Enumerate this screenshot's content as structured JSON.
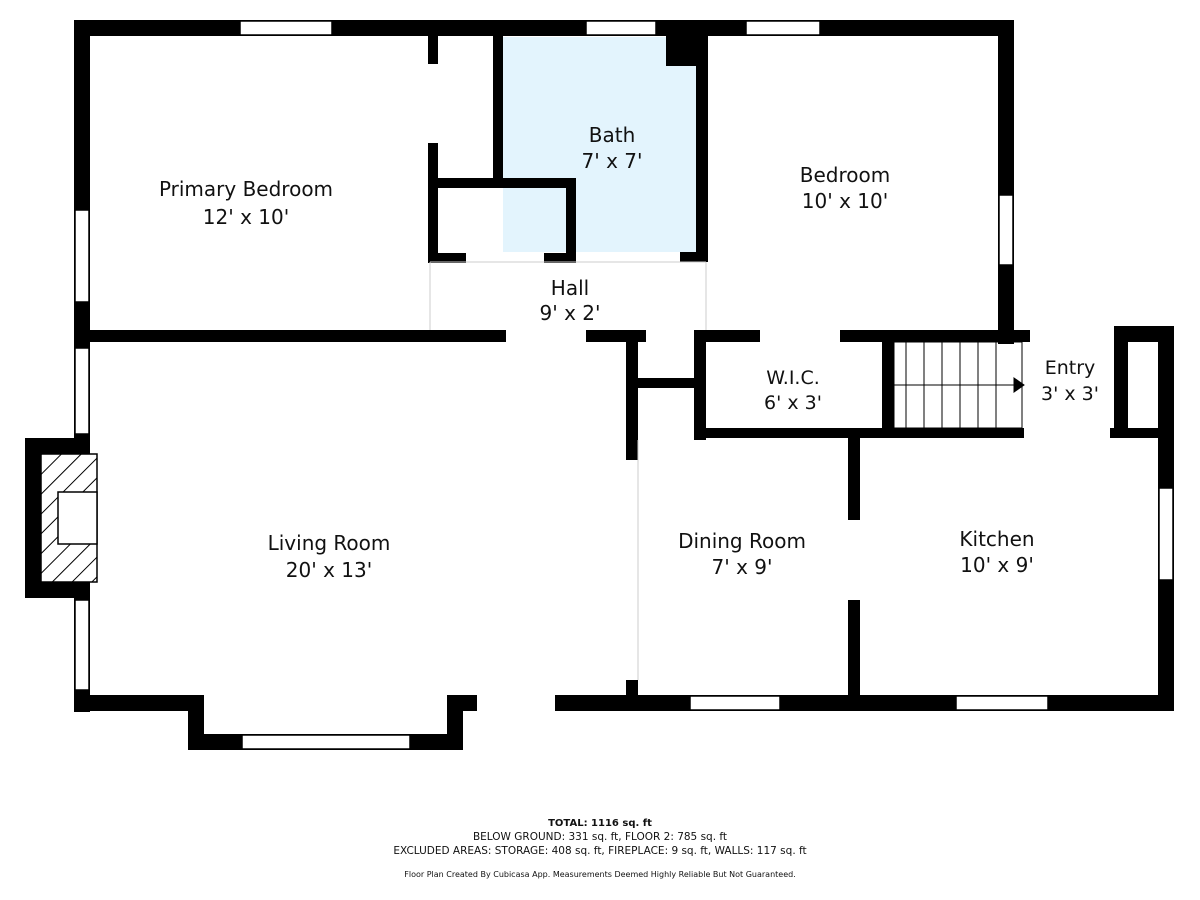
{
  "rooms": {
    "primary_bedroom": {
      "name": "Primary Bedroom",
      "dims": "12' x 10'"
    },
    "bath": {
      "name": "Bath",
      "dims": "7' x 7'"
    },
    "bedroom": {
      "name": "Bedroom",
      "dims": "10' x 10'"
    },
    "hall": {
      "name": "Hall",
      "dims": "9' x 2'"
    },
    "wic": {
      "name": "W.I.C.",
      "dims": "6' x 3'"
    },
    "entry": {
      "name": "Entry",
      "dims": "3' x 3'"
    },
    "living_room": {
      "name": "Living Room",
      "dims": "20' x 13'"
    },
    "dining_room": {
      "name": "Dining Room",
      "dims": "7' x 9'"
    },
    "kitchen": {
      "name": "Kitchen",
      "dims": "10' x 9'"
    }
  },
  "colors": {
    "wall": "#000000",
    "bath_fill": "#e3f4fd",
    "background": "#ffffff"
  },
  "footer": {
    "total": "TOTAL: 1116 sq. ft",
    "line1": "BELOW GROUND: 331 sq. ft, FLOOR 2: 785 sq. ft",
    "line2": "EXCLUDED AREAS: STORAGE: 408 sq. ft, FIREPLACE: 9 sq. ft, WALLS: 117 sq. ft",
    "credit": "Floor Plan Created By Cubicasa App. Measurements Deemed Highly Reliable But Not Guaranteed."
  }
}
